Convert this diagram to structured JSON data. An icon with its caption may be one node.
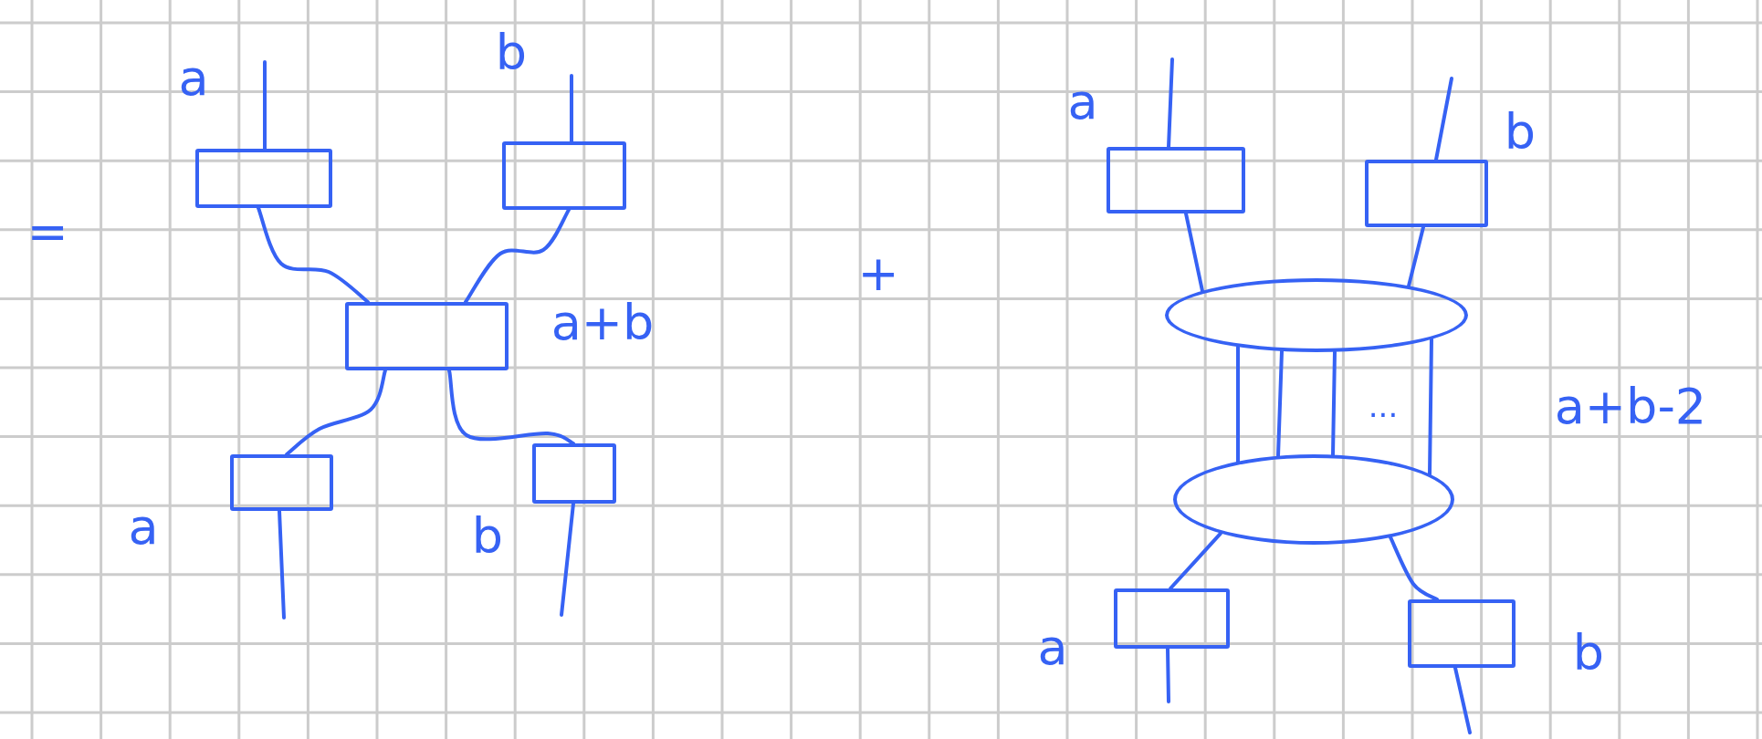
{
  "diagram": {
    "nodes": [
      {
        "text": [],
        "shape": "box"
      },
      {
        "text": [],
        "shape": "box"
      },
      {
        "text": [],
        "shape": "box"
      },
      {
        "text": [],
        "shape": "box"
      },
      {
        "text": [],
        "shape": "box"
      },
      {
        "text": [],
        "shape": "box"
      },
      {
        "text": [],
        "shape": "box"
      },
      {
        "text": [],
        "shape": "ellipse"
      },
      {
        "text": [],
        "shape": "ellipse"
      },
      {
        "text": [],
        "shape": "box"
      },
      {
        "text": [],
        "shape": "box"
      }
    ],
    "edges": [
      {
        "from": null,
        "to": 0,
        "arrow": "none",
        "label": "a"
      },
      {
        "from": null,
        "to": 1,
        "arrow": "none",
        "label": "b"
      },
      {
        "from": 0,
        "to": 2,
        "arrow": "none"
      },
      {
        "from": 1,
        "to": 2,
        "arrow": "none"
      },
      {
        "from": 2,
        "to": 3,
        "arrow": "none"
      },
      {
        "from": 2,
        "to": 4,
        "arrow": "none"
      },
      {
        "from": 3,
        "to": null,
        "arrow": "none",
        "label": "a"
      },
      {
        "from": 4,
        "to": null,
        "arrow": "none",
        "label": "b"
      },
      {
        "from": null,
        "to": 5,
        "arrow": "none",
        "label": "a"
      },
      {
        "from": null,
        "to": 6,
        "arrow": "none",
        "label": "b"
      },
      {
        "from": 5,
        "to": 7,
        "arrow": "none"
      },
      {
        "from": 6,
        "to": 7,
        "arrow": "none"
      },
      {
        "from": 7,
        "to": 8,
        "arrow": "none"
      },
      {
        "from": 7,
        "to": 8,
        "arrow": "none"
      },
      {
        "from": 7,
        "to": 8,
        "arrow": "none"
      },
      {
        "from": 7,
        "to": 8,
        "arrow": "none"
      },
      {
        "from": 8,
        "to": 9,
        "arrow": "none"
      },
      {
        "from": 8,
        "to": 10,
        "arrow": "none"
      },
      {
        "from": 9,
        "to": null,
        "arrow": "none",
        "label": "a"
      },
      {
        "from": 10,
        "to": null,
        "arrow": "none",
        "label": "b"
      }
    ],
    "labels": [
      "=",
      "a+b",
      "+",
      "...",
      "a+b-2"
    ]
  }
}
